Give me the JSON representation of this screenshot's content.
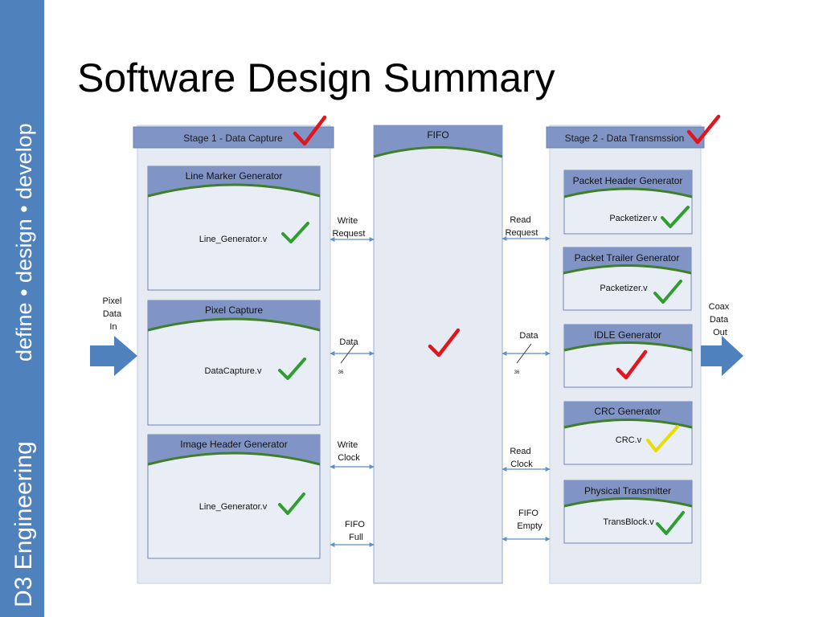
{
  "sidebar": {
    "brand": "D3 Engineering",
    "tagline": "define • design • develop"
  },
  "slide": {
    "title": "Software Design Summary"
  },
  "colors": {
    "accent": "#4f81bd",
    "panel": "#e6ebf3",
    "header": "#8095c5",
    "arc": "#3f7f2b",
    "check_green": "#2f9e2f",
    "check_red": "#e0161e",
    "check_yellow": "#f2e600"
  },
  "stage1": {
    "title": "Stage 1 - Data Capture",
    "modules": [
      {
        "name": "Line Marker Generator",
        "file": "Line_Generator.v"
      },
      {
        "name": "Pixel Capture",
        "file": "DataCapture.v"
      },
      {
        "name": "Image Header Generator",
        "file": "Line_Generator.v"
      }
    ]
  },
  "fifo": {
    "title": "FIFO"
  },
  "stage2": {
    "title": "Stage 2 - Data Transmssion",
    "modules": [
      {
        "name": "Packet Header Generator",
        "file": "Packetizer.v"
      },
      {
        "name": "Packet Trailer Generator",
        "file": "Packetizer.v"
      },
      {
        "name": "IDLE Generator",
        "file": ""
      },
      {
        "name": "CRC Generator",
        "file": "CRC.v"
      },
      {
        "name": "Physical Transmitter",
        "file": "TransBlock.v"
      }
    ]
  },
  "io": {
    "pixel_in": [
      "Pixel",
      "Data",
      "In"
    ],
    "coax_out": [
      "Coax",
      "Data",
      "Out"
    ]
  },
  "signals_left": {
    "write_request": [
      "Write",
      "Request"
    ],
    "data": "Data",
    "data_width": "36",
    "write_clock": [
      "Write",
      "Clock"
    ],
    "fifo_full": [
      "FIFO",
      "Full"
    ]
  },
  "signals_right": {
    "read_request": [
      "Read",
      "Request"
    ],
    "data": "Data",
    "data_width": "36",
    "read_clock": [
      "Read",
      "Clock"
    ],
    "fifo_empty": [
      "FIFO",
      "Empty"
    ]
  }
}
